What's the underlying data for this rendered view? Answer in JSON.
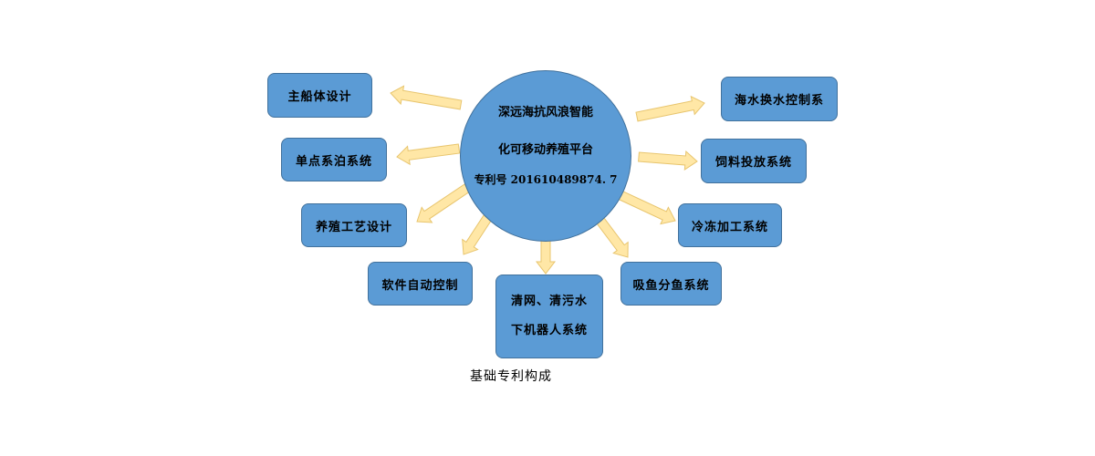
{
  "center": {
    "line1": "深远海抗风浪智能",
    "line2": "化可移动养殖平台",
    "line3": "专利号 201610489874. 7"
  },
  "nodes": {
    "hull_design": "主船体设计",
    "single_point_mooring": "单点系泊系统",
    "aquaculture_process": "养殖工艺设计",
    "software_control": "软件自动控制",
    "net_cleaning_line1": "清网、清污水",
    "net_cleaning_line2": "下机器人系统",
    "fish_pumping": "吸鱼分鱼系统",
    "freezing_processing": "冷冻加工系统",
    "feed_dispensing": "饲料投放系统",
    "seawater_exchange": "海水换水控制系"
  },
  "caption": "基础专利构成",
  "colors": {
    "node_fill": "#5b9bd5",
    "node_border": "#41719c",
    "arrow_fill": "#ffe7a6",
    "arrow_border": "#e8c56e"
  }
}
